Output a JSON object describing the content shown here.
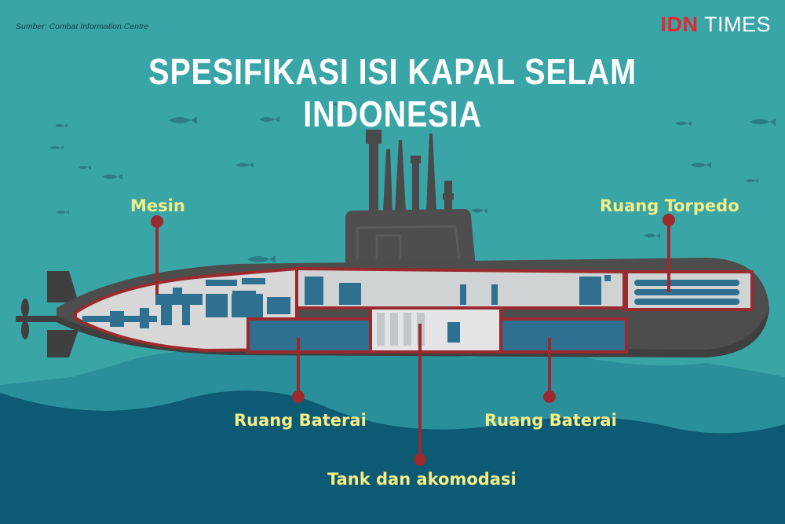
{
  "header": {
    "source": "Sumber: Combat Information Centre",
    "brand_part1": "IDN",
    "brand_part2": "TIMES",
    "title": "SPESIFIKASI ISI KAPAL SELAM INDONESIA"
  },
  "labels": {
    "engine": "Mesin",
    "torpedo_room": "Ruang Torpedo",
    "battery_room_left": "Ruang Baterai",
    "battery_room_right": "Ruang Baterai",
    "tank_accommodation": "Tank dan akomodasi"
  },
  "colors": {
    "sea": "#3aa5a7",
    "deep_sea": "#0c5a73",
    "hull": "#4a4a4a",
    "compartment_outline": "#9a2a2e",
    "equipment": "#2f6f8f",
    "label_text": "#f3ed86",
    "brand_red": "#e4262e"
  }
}
